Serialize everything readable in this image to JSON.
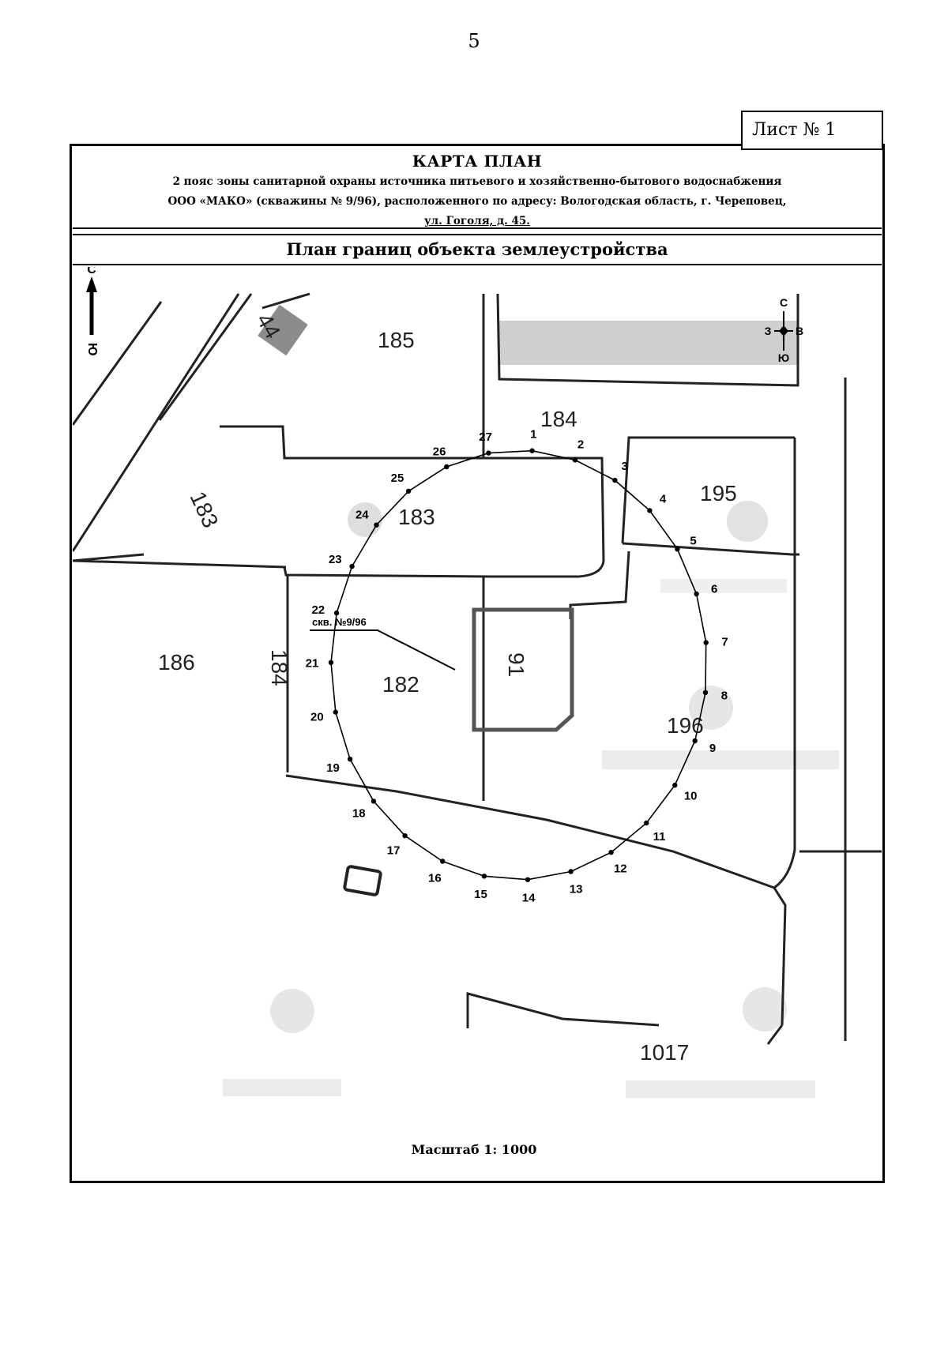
{
  "page_number": "5",
  "sheet_label": "Лист № 1",
  "header": {
    "title": "КАРТА ПЛАН",
    "subtitle_line1": "2 пояс зоны санитарной охраны источника питьевого и хозяйственно-бытового водоснабжения",
    "subtitle_line2": "ООО «МАКО» (скважины № 9/96), расположенного по адресу: Вологодская область, г. Череповец,",
    "subtitle_line3": "ул. Гоголя, д. 45."
  },
  "plan_title": "План границ объекта землеустройства",
  "compass_left": {
    "north": "С",
    "south": "Ю"
  },
  "compass_right": {
    "north": "С",
    "south": "Ю",
    "west": "З",
    "east": "В"
  },
  "parcels": [
    "185",
    "184",
    "195",
    "183",
    "183",
    "186",
    "182",
    "196",
    "1017"
  ],
  "rotated_parcels": [
    "44",
    "183",
    "184",
    "91"
  ],
  "well_label": "скв. №9/96",
  "boundary_points": [
    "1",
    "2",
    "3",
    "4",
    "5",
    "6",
    "7",
    "8",
    "9",
    "10",
    "11",
    "12",
    "13",
    "14",
    "15",
    "16",
    "17",
    "18",
    "19",
    "20",
    "21",
    "22",
    "23",
    "24",
    "25",
    "26",
    "27"
  ],
  "scale": "Масштаб 1: 1000"
}
